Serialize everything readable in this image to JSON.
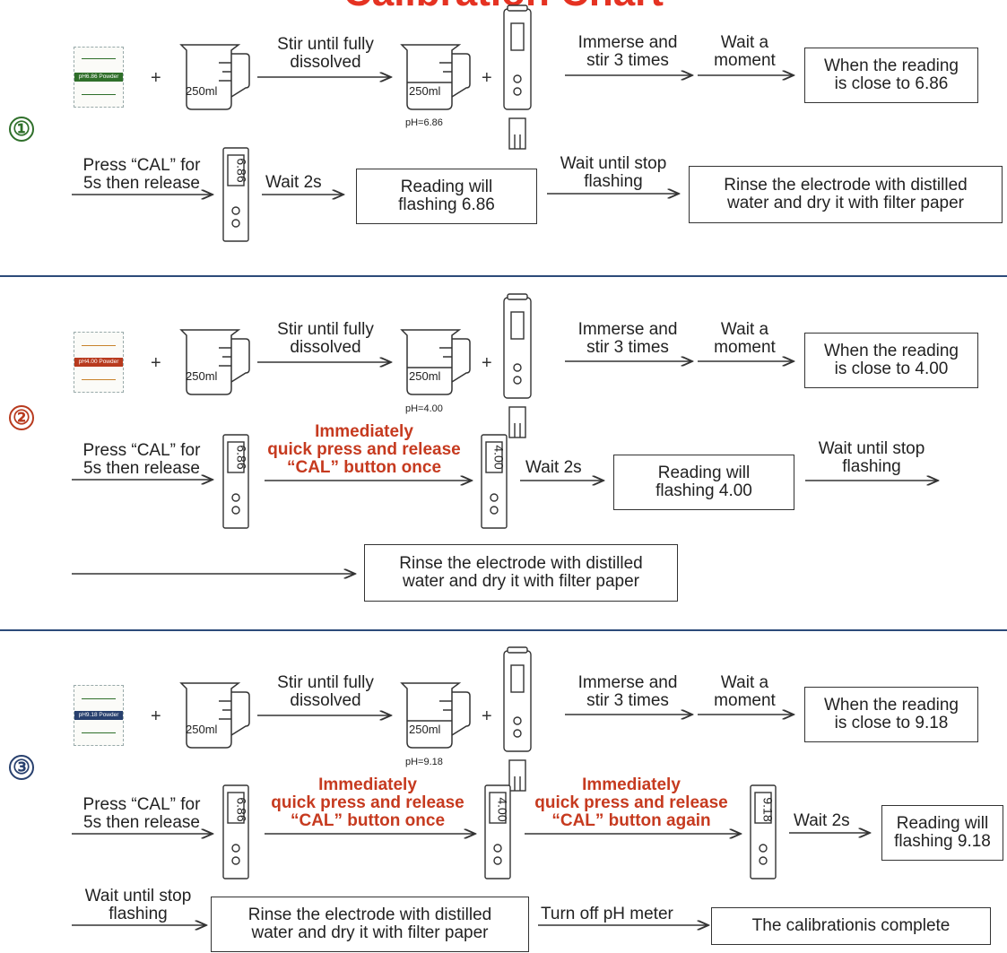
{
  "title": "Calibration Chart",
  "colors": {
    "title": "#e53222",
    "step1": "#2f6f2a",
    "step2": "#b83a1e",
    "step3": "#28406e",
    "red_text": "#c63a1f"
  },
  "step1": {
    "number": "①",
    "powder_label": "pH6.86 Powder",
    "beaker_volume": "250ml",
    "beaker2_volume": "250ml",
    "stir_text": "Stir until fully\ndissolved",
    "solution_ph": "pH=6.86",
    "immerse_text": "Immerse and\nstir 3 times",
    "wait_text": "Wait a\nmoment",
    "reading_box": "When the reading\nis close to 6.86",
    "press_cal": "Press “CAL” for\n5s then release",
    "meter_display": "6.86",
    "wait2s": "Wait 2s",
    "flashing_box": "Reading will\nflashing 6.86",
    "wait_stop": "Wait until stop\nflashing",
    "rinse_box": "Rinse the electrode with distilled\nwater and dry it with filter paper"
  },
  "step2": {
    "number": "②",
    "powder_label": "pH4.00 Powder",
    "beaker_volume": "250ml",
    "beaker2_volume": "250ml",
    "stir_text": "Stir until fully\ndissolved",
    "solution_ph": "pH=4.00",
    "immerse_text": "Immerse and\nstir 3 times",
    "wait_text": "Wait a\nmoment",
    "reading_box": "When the reading\nis close to 4.00",
    "press_cal": "Press “CAL” for\n5s then release",
    "meter_display_1": "6.86",
    "immediately_text": "Immediately\nquick press and release\n“CAL” button once",
    "meter_display_2": "4.00",
    "wait2s": "Wait 2s",
    "flashing_box": "Reading will\nflashing 4.00",
    "wait_stop": "Wait until stop\nflashing",
    "rinse_box": "Rinse the electrode with distilled\nwater and dry it with filter paper"
  },
  "step3": {
    "number": "③",
    "powder_label": "pH9.18 Powder",
    "beaker_volume": "250ml",
    "beaker2_volume": "250ml",
    "stir_text": "Stir until fully\ndissolved",
    "solution_ph": "pH=9.18",
    "immerse_text": "Immerse and\nstir 3 times",
    "wait_text": "Wait a\nmoment",
    "reading_box": "When the reading\nis close to 9.18",
    "press_cal": "Press “CAL” for\n5s then release",
    "meter_display_1": "6.86",
    "immediately_once": "Immediately\nquick press and release\n“CAL” button once",
    "meter_display_2": "4.00",
    "immediately_again": "Immediately\nquick press and release\n“CAL” button again",
    "meter_display_3": "9.18",
    "wait2s": "Wait 2s",
    "flashing_box": "Reading will\nflashing 9.18",
    "wait_stop": "Wait until stop\nflashing",
    "rinse_box": "Rinse the electrode with distilled\nwater and dry it with filter paper",
    "turn_off": "Turn off pH meter",
    "complete_box": "The calibrationis complete"
  }
}
